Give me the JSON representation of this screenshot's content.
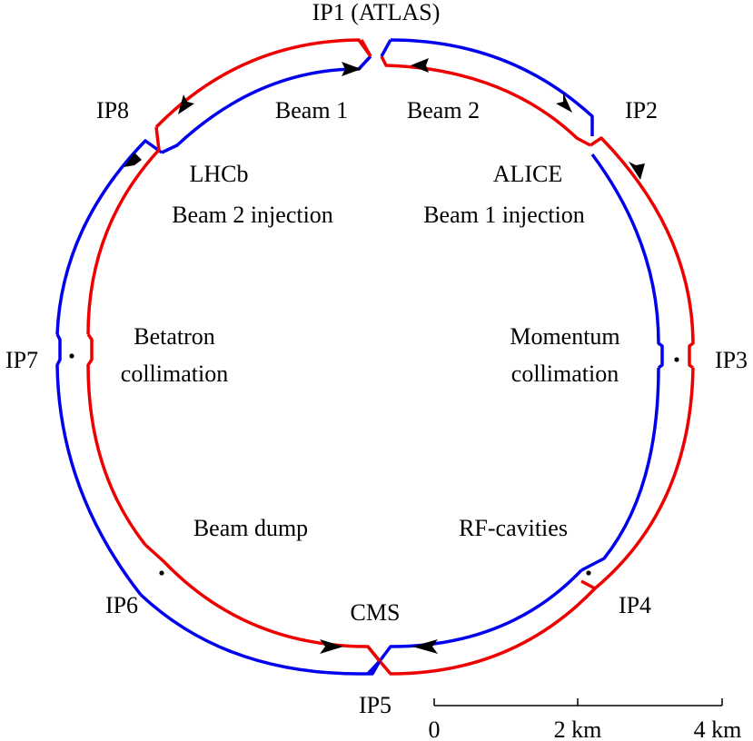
{
  "colors": {
    "beam1": "#0000ee",
    "beam2": "#ee0000",
    "ink": "#000000",
    "background": "#ffffff"
  },
  "labels": {
    "ip1": "IP1 (ATLAS)",
    "ip2": "IP2",
    "ip3": "IP3",
    "ip4": "IP4",
    "ip5": "IP5",
    "ip6": "IP6",
    "ip7": "IP7",
    "ip8": "IP8",
    "beam1": "Beam 1",
    "beam2": "Beam 2",
    "lhcb": "LHCb",
    "beam2_injection": "Beam 2 injection",
    "alice": "ALICE",
    "beam1_injection": "Beam 1 injection",
    "betatron_1": "Betatron",
    "betatron_2": "collimation",
    "momentum_1": "Momentum",
    "momentum_2": "collimation",
    "beam_dump": "Beam dump",
    "rf_cavities": "RF-cavities",
    "cms": "CMS"
  },
  "scale_bar": {
    "ticks": [
      "0",
      "2 km",
      "4 km"
    ]
  }
}
